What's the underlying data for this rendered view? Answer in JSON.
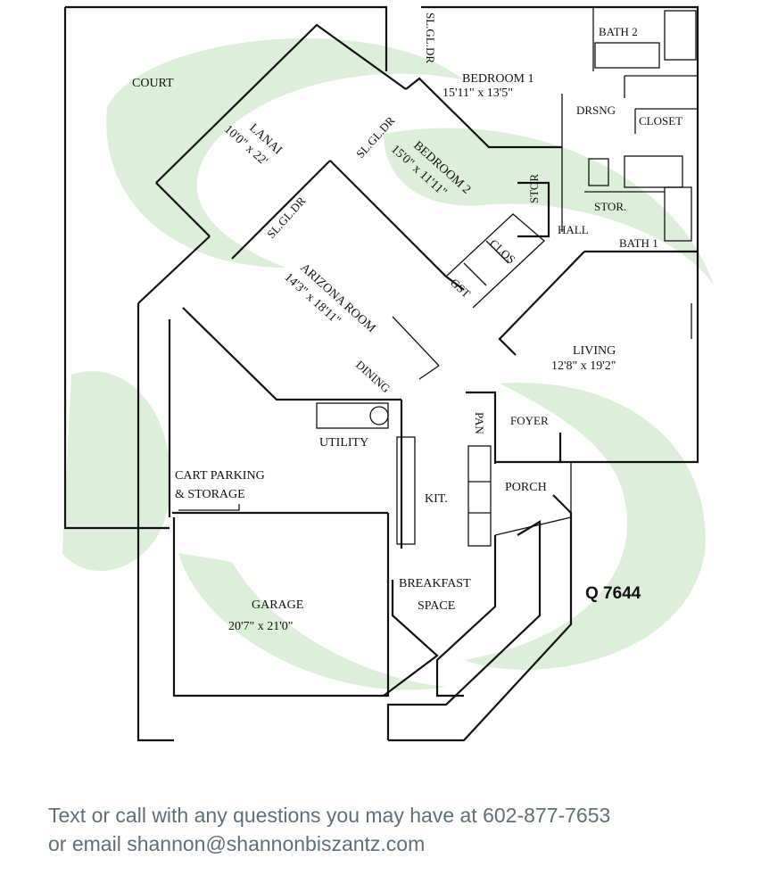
{
  "plan": {
    "plan_code": "Q 7644",
    "rooms": {
      "court": "COURT",
      "lanai": "LANAI",
      "lanai_size": "10'0\" x 22'",
      "bedroom1": "BEDROOM 1",
      "bedroom1_size": "15'11\" x 13'5\"",
      "bedroom2": "BEDROOM 2",
      "bedroom2_size": "15'0\" x 11'11\"",
      "bath2": "BATH 2",
      "bath1": "BATH 1",
      "drsng": "DRSNG",
      "closet": "CLOSET",
      "stor1": "STOR.",
      "stor2": "STOR",
      "hall": "HALL",
      "clos": "CLOS",
      "gst": "GST",
      "arizona": "ARIZONA ROOM",
      "arizona_size": "14'3\" x 18'11\"",
      "dining": "DINING",
      "living": "LIVING",
      "living_size": "12'8\" x 19'2\"",
      "foyer": "FOYER",
      "utility": "UTILITY",
      "pan": "PAN",
      "kit": "KIT.",
      "porch": "PORCH",
      "cart1": "CART PARKING",
      "cart2": "& STORAGE",
      "garage": "GARAGE",
      "garage_size": "20'7\" x 21'0\"",
      "breakfast1": "BREAKFAST",
      "breakfast2": "SPACE",
      "slgldr_bed1": "SL.GL.DR",
      "slgldr_bed2": "SL.GL.DR",
      "slgldr_lanai": "SL.GL.DR"
    }
  },
  "footer": {
    "line1": "Text or call with any questions you may have at 602-877-7653",
    "line2": "or email shannon@shannonbiszantz.com"
  },
  "colors": {
    "watermark": "#d8ecd4",
    "lines": "#111111",
    "footer_text": "#5d6f7a"
  }
}
